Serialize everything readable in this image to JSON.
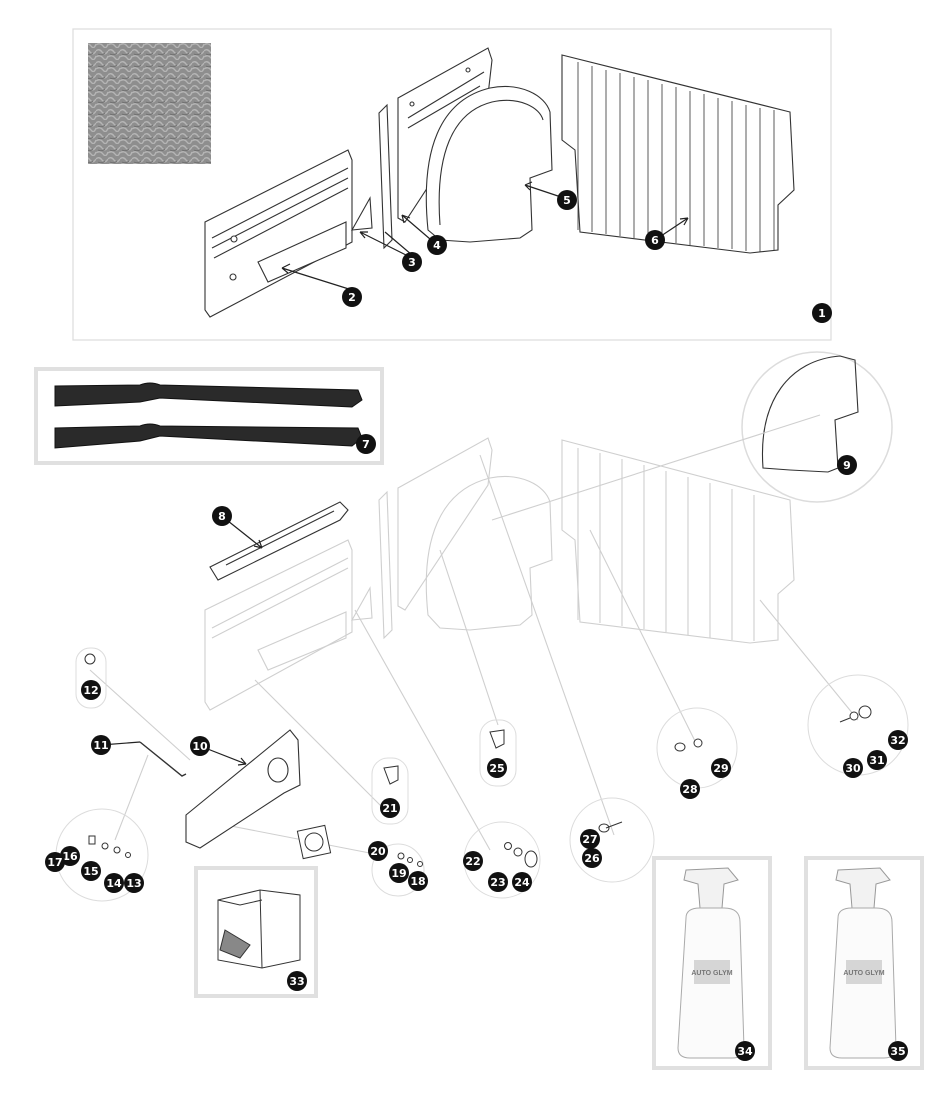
{
  "diagram": {
    "callouts": [
      {
        "id": "c1",
        "label": "1"
      },
      {
        "id": "c2",
        "label": "2"
      },
      {
        "id": "c3",
        "label": "3"
      },
      {
        "id": "c4",
        "label": "4"
      },
      {
        "id": "c5",
        "label": "5"
      },
      {
        "id": "c6",
        "label": "6"
      },
      {
        "id": "c7",
        "label": "7"
      },
      {
        "id": "c8",
        "label": "8"
      },
      {
        "id": "c9",
        "label": "9"
      },
      {
        "id": "c10",
        "label": "10"
      },
      {
        "id": "c11",
        "label": "11"
      },
      {
        "id": "c12",
        "label": "12"
      },
      {
        "id": "c13",
        "label": "13"
      },
      {
        "id": "c14",
        "label": "14"
      },
      {
        "id": "c15",
        "label": "15"
      },
      {
        "id": "c16",
        "label": "16"
      },
      {
        "id": "c17",
        "label": "17"
      },
      {
        "id": "c18",
        "label": "18"
      },
      {
        "id": "c19",
        "label": "19"
      },
      {
        "id": "c20",
        "label": "20"
      },
      {
        "id": "c21",
        "label": "21"
      },
      {
        "id": "c22",
        "label": "22"
      },
      {
        "id": "c23",
        "label": "23"
      },
      {
        "id": "c24",
        "label": "24"
      },
      {
        "id": "c25",
        "label": "25"
      },
      {
        "id": "c26",
        "label": "26"
      },
      {
        "id": "c27",
        "label": "27"
      },
      {
        "id": "c28",
        "label": "28"
      },
      {
        "id": "c29",
        "label": "29"
      },
      {
        "id": "c30",
        "label": "30"
      },
      {
        "id": "c31",
        "label": "31"
      },
      {
        "id": "c32",
        "label": "32"
      },
      {
        "id": "c33",
        "label": "33"
      },
      {
        "id": "c34",
        "label": "34"
      },
      {
        "id": "c35",
        "label": "35"
      }
    ],
    "bottle_brand": "AUTO GLYM",
    "colors": {
      "line": "#333333",
      "faint": "#c8c8c8",
      "frame": "#dddddd",
      "callout": "#111111"
    }
  }
}
